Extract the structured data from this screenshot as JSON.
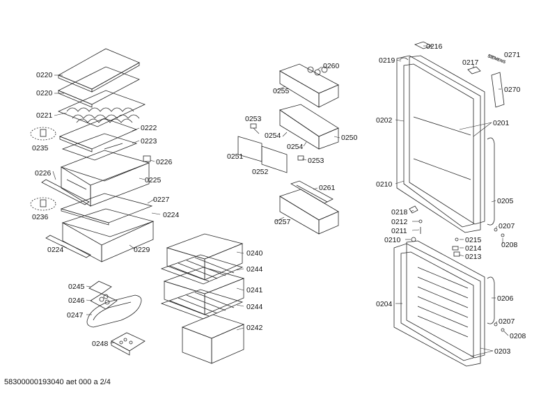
{
  "title": "",
  "footer": "58300000193040 aet 000 a 2/4",
  "brand": "SIEMENS",
  "parts": {
    "p0220a": "0220",
    "p0220b": "0220",
    "p0221": "0221",
    "p0222": "0222",
    "p0223": "0223",
    "p0235": "0235",
    "p0226a": "0226",
    "p0226b": "0226",
    "p0225": "0225",
    "p0227": "0227",
    "p0236": "0236",
    "p0224a": "0224",
    "p0224b": "0224",
    "p0229": "0229",
    "p0245": "0245",
    "p0246": "0246",
    "p0247": "0247",
    "p0248": "0248",
    "p0240": "0240",
    "p0244a": "0244",
    "p0241": "0241",
    "p0244b": "0244",
    "p0242": "0242",
    "p0260": "0260",
    "p0255": "0255",
    "p0253a": "0253",
    "p0254a": "0254",
    "p0250": "0250",
    "p0254b": "0254",
    "p0251": "0251",
    "p0253b": "0253",
    "p0252": "0252",
    "p0261": "0261",
    "p0257": "0257",
    "p0216": "0216",
    "p0219": "0219",
    "p0217": "0217",
    "p0271": "0271",
    "p0270": "0270",
    "p0202": "0202",
    "p0201": "0201",
    "p0210a": "0210",
    "p0205": "0205",
    "p0218": "0218",
    "p0212": "0212",
    "p0211": "0211",
    "p0210b": "0210",
    "p0215": "0215",
    "p0214": "0214",
    "p0213": "0213",
    "p0207a": "0207",
    "p0208a": "0208",
    "p0204": "0204",
    "p0206": "0206",
    "p0207b": "0207",
    "p0208b": "0208",
    "p0203": "0203"
  }
}
